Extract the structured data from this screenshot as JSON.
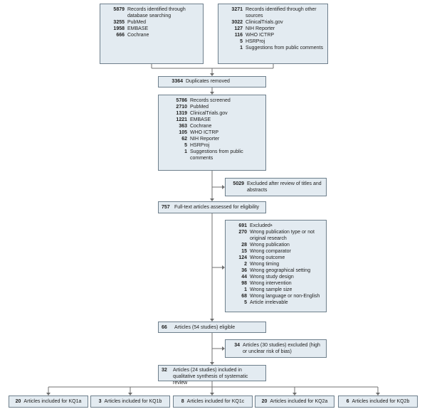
{
  "identified_db": {
    "total": "5879",
    "label": "Records identified through database searching",
    "items": [
      {
        "n": "3255",
        "label": "PubMed"
      },
      {
        "n": "1958",
        "label": "EMBASE"
      },
      {
        "n": "666",
        "label": "Cochrane"
      }
    ]
  },
  "identified_other": {
    "total": "3271",
    "label": "Records identified through other sources",
    "items": [
      {
        "n": "3022",
        "label": "ClinicalTrials.gov"
      },
      {
        "n": "127",
        "label": "NIH Reporter"
      },
      {
        "n": "116",
        "label": "WHO ICTRP"
      },
      {
        "n": "5",
        "label": "HSRProj"
      },
      {
        "n": "1",
        "label": "Suggestions from public comments"
      }
    ]
  },
  "duplicates": {
    "n": "3364",
    "label": "Duplicates removed"
  },
  "screened": {
    "total": "5786",
    "label": "Records screened",
    "items": [
      {
        "n": "2710",
        "label": "PubMed"
      },
      {
        "n": "1319",
        "label": "ClinicalTrials.gov"
      },
      {
        "n": "1221",
        "label": "EMBASE"
      },
      {
        "n": "363",
        "label": "Cochrane"
      },
      {
        "n": "105",
        "label": "WHO ICTRP"
      },
      {
        "n": "62",
        "label": "NIH Reporter"
      },
      {
        "n": "5",
        "label": "HSRProj"
      },
      {
        "n": "1",
        "label": "Suggestions from public comments"
      }
    ]
  },
  "excluded_titles": {
    "n": "5029",
    "label": "Excluded after review of titles and abstracts"
  },
  "fulltext": {
    "n": "757",
    "label": "Full-text articles assessed for eligibility"
  },
  "excluded_fulltext": {
    "total": "691",
    "label": "Excluded",
    "sup": "a",
    "items": [
      {
        "n": "270",
        "label": "Wrong publication type or not original research"
      },
      {
        "n": "28",
        "label": "Wrong publication"
      },
      {
        "n": "15",
        "label": "Wrong comparator"
      },
      {
        "n": "124",
        "label": "Wrong outcome"
      },
      {
        "n": "2",
        "label": "Wrong timing"
      },
      {
        "n": "36",
        "label": "Wrong geographical setting"
      },
      {
        "n": "44",
        "label": "Wrong study design"
      },
      {
        "n": "98",
        "label": "Wrong intervention"
      },
      {
        "n": "1",
        "label": "Wrong sample size"
      },
      {
        "n": "68",
        "label": "Wrong language or non-English"
      },
      {
        "n": "5",
        "label": "Article irrelevable"
      }
    ]
  },
  "eligible": {
    "n": "66",
    "label": "Articles (54 studies) eligible"
  },
  "excluded_bias": {
    "n": "34",
    "label": "Articles (30 studies) excluded (high or unclear risk of bias)"
  },
  "included": {
    "n": "32",
    "label": "Articles (24 studies) included in qualitative synthesis of systematic review"
  },
  "kq": [
    {
      "n": "20",
      "label": "Articles included for KQ1a"
    },
    {
      "n": "3",
      "label": "Articles included for KQ1b"
    },
    {
      "n": "8",
      "label": "Articles included for KQ1c"
    },
    {
      "n": "20",
      "label": "Articles included for KQ2a"
    },
    {
      "n": "6",
      "label": "Articles included for KQ2b"
    }
  ]
}
